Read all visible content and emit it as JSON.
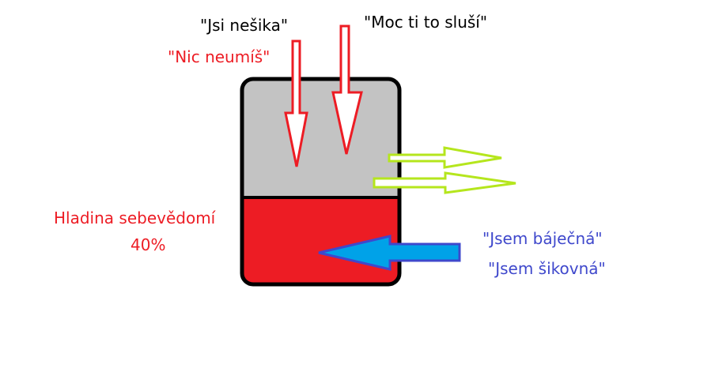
{
  "labels": {
    "negative_1": "\"Jsi nešika\"",
    "negative_2": "\"Nic neumíš\"",
    "compliment": "\"Moc ti to sluší\"",
    "level_title": "Hladina sebevědomí",
    "level_value": "40%",
    "affirmation_1": "\"Jsem báječná\"",
    "affirmation_2": "\"Jsem šikovná\""
  },
  "level_percent": 40,
  "colors": {
    "empty": "#c3c3c3",
    "filled": "#ed1c24",
    "outline": "#000000",
    "red_text": "#ed1c24",
    "blue_text": "#3f48cc",
    "outflow_arrow": "#b5e61d",
    "inflow_arrow_fill": "#00a2e8",
    "inflow_arrow_stroke": "#3f48cc"
  }
}
